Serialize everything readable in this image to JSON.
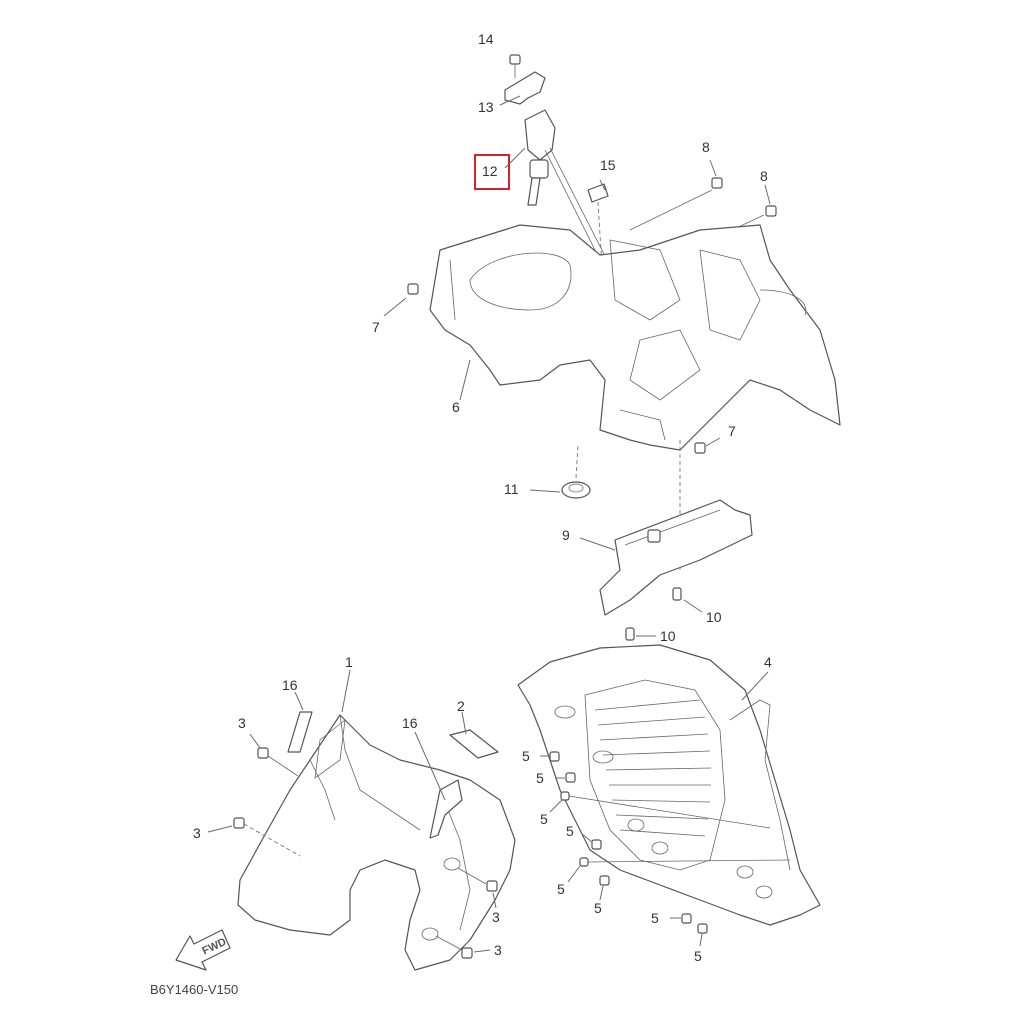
{
  "diagram": {
    "code": "B6Y1460-V150",
    "fwd_text": "FWD",
    "highlight_color": "#d0232a",
    "labels": [
      {
        "id": "p14",
        "text": "14"
      },
      {
        "id": "p13",
        "text": "13"
      },
      {
        "id": "p12",
        "text": "12"
      },
      {
        "id": "p15",
        "text": "15"
      },
      {
        "id": "p8a",
        "text": "8"
      },
      {
        "id": "p8b",
        "text": "8"
      },
      {
        "id": "p7a",
        "text": "7"
      },
      {
        "id": "p6",
        "text": "6"
      },
      {
        "id": "p7b",
        "text": "7"
      },
      {
        "id": "p11",
        "text": "11"
      },
      {
        "id": "p9",
        "text": "9"
      },
      {
        "id": "p10a",
        "text": "10"
      },
      {
        "id": "p10b",
        "text": "10"
      },
      {
        "id": "p1",
        "text": "1"
      },
      {
        "id": "p16a",
        "text": "16"
      },
      {
        "id": "p16b",
        "text": "16"
      },
      {
        "id": "p2",
        "text": "2"
      },
      {
        "id": "p4",
        "text": "4"
      },
      {
        "id": "p3a",
        "text": "3"
      },
      {
        "id": "p3b",
        "text": "3"
      },
      {
        "id": "p3c",
        "text": "3"
      },
      {
        "id": "p3d",
        "text": "3"
      },
      {
        "id": "p5a",
        "text": "5"
      },
      {
        "id": "p5b",
        "text": "5"
      },
      {
        "id": "p5c",
        "text": "5"
      },
      {
        "id": "p5d",
        "text": "5"
      },
      {
        "id": "p5e",
        "text": "5"
      },
      {
        "id": "p5f",
        "text": "5"
      },
      {
        "id": "p5g",
        "text": "5"
      },
      {
        "id": "p5h",
        "text": "5"
      }
    ]
  }
}
